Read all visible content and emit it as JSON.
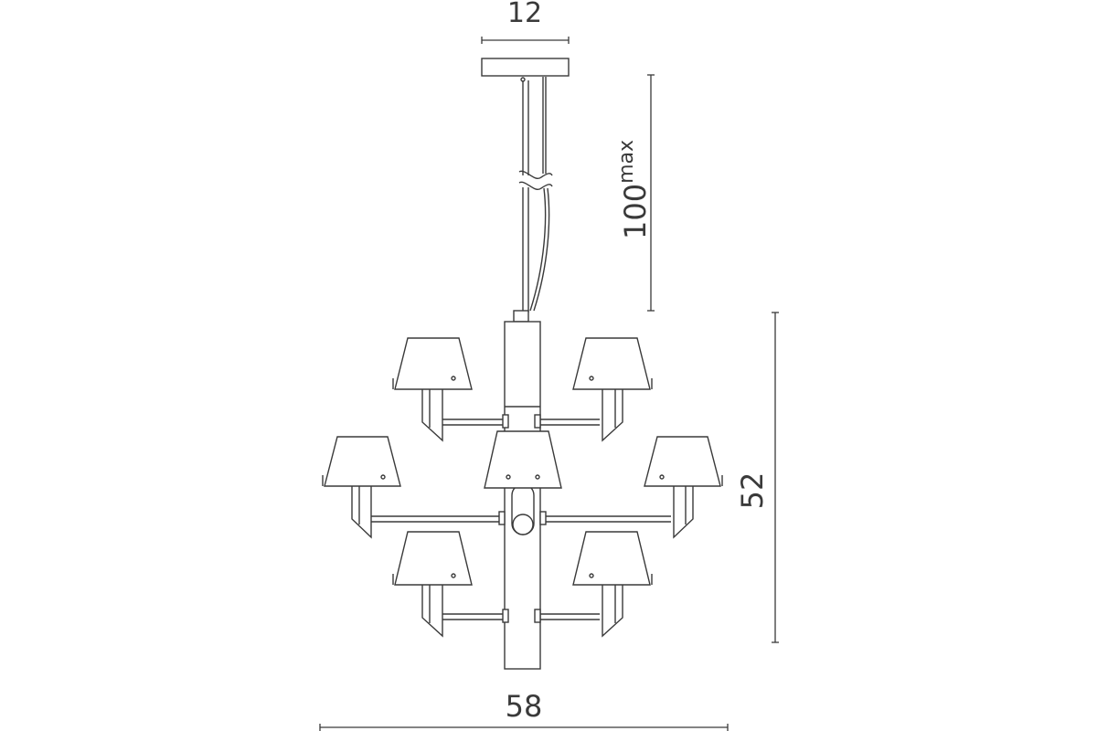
{
  "dimensions": {
    "canopy_width": "12",
    "suspension_max": "100",
    "suspension_max_suffix": "max",
    "body_height": "52",
    "overall_width": "58"
  },
  "colors": {
    "line": "#3a3a3a",
    "background": "#ffffff"
  }
}
